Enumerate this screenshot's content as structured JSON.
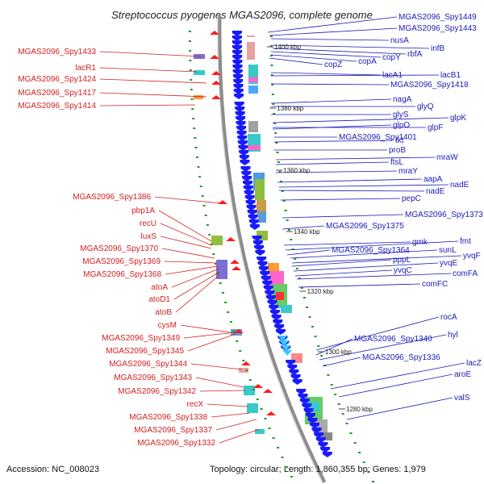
{
  "title": "Streptococcus pyogenes MGAS2096, complete genome",
  "footer": {
    "accession": "Accession: NC_008023",
    "info": "Topology: circular; Length: 1,860,355 bp; Genes: 1,979"
  },
  "colors": {
    "left_label": "#d42020",
    "right_label": "#1a1ab8",
    "backbone": "#8c8c8c",
    "forward_gene": "#1a1aff",
    "reverse_gene": "#ff1a1a",
    "dots": "#229922"
  },
  "kbp_markers": [
    "1400 kbp",
    "1380 kbp",
    "1360 kbp",
    "1340 kbp",
    "1320 kbp",
    "1300 kbp",
    "1280 kbp"
  ],
  "left_labels": [
    "MGAS2096_Spy1433",
    "lacR1",
    "MGAS2096_Spy1424",
    "MGAS2096_Spy1417",
    "MGAS2096_Spy1414",
    "MGAS2096_Spy1386",
    "pbp1A",
    "recU",
    "luxS",
    "MGAS2096_Spy1370",
    "MGAS2096_Spy1369",
    "MGAS2096_Spy1368",
    "atoA",
    "atoD1",
    "atoB",
    "cysM",
    "MGAS2096_Spy1349",
    "MGAS2096_Spy1345",
    "MGAS2096_Spy1344",
    "MGAS2096_Spy1343",
    "MGAS2096_Spy1342",
    "recX",
    "MGAS2096_Spy1338",
    "MGAS2096_Spy1337",
    "MGAS2096_Spy1332"
  ],
  "right_labels": [
    "MGAS2096_Spy1449",
    "MGAS2096_Spy1443",
    "nusA",
    "infB",
    "rbfA",
    "copY",
    "copA",
    "copZ",
    "lacA1",
    "lacB1",
    "MGAS2096_Spy1418",
    "nagA",
    "glyQ",
    "glyS",
    "glpK",
    "glpF",
    "glpO",
    "MGAS2096_Spy1401",
    "tkt",
    "proB",
    "mraW",
    "ftsL",
    "mraY",
    "aapA",
    "nadE",
    "nadE",
    "pepC",
    "MGAS2096_Spy1373",
    "MGAS2096_Spy1375",
    "gmk",
    "fmt",
    "MGAS2096_Spy1364",
    "sunL",
    "yvqF",
    "pppL",
    "yvqE",
    "yvqC",
    "comFA",
    "comFC",
    "rocA",
    "MGAS2096_Spy1340",
    "hyl",
    "MGAS2096_Spy1336",
    "lacZ",
    "aroE",
    "valS"
  ]
}
